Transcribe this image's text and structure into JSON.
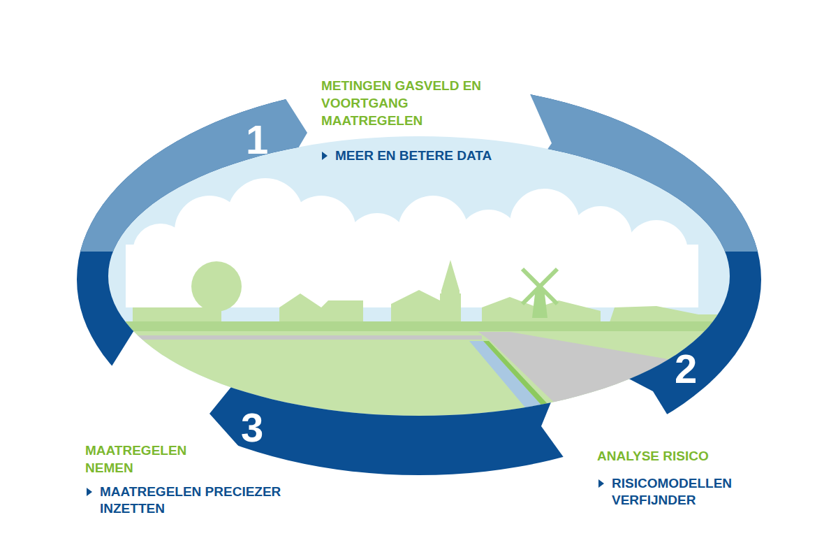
{
  "diagram": {
    "nodes": [
      {
        "text": [
          "1",
          "METINGEN GASVELD EN VOORTGANG MAATREGELEN",
          "MEER EN BETERE DATA"
        ]
      },
      {
        "text": [
          "2",
          "ANALYSE RISICO",
          "RISICOMODELLEN VERFIJNDER"
        ]
      },
      {
        "text": [
          "3",
          "MAATREGELEN NEMEN",
          "MAATREGELEN PRECIEZER INZETTEN"
        ]
      }
    ]
  }
}
